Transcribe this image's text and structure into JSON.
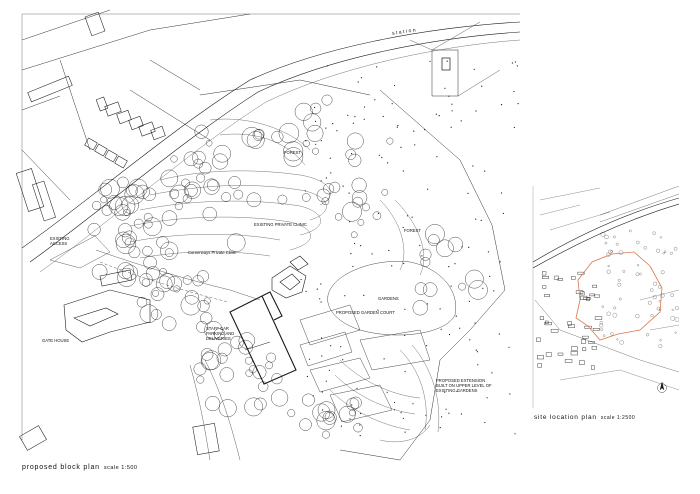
{
  "colors": {
    "ink": "#1a1a1a",
    "site_boundary": "#d9774a",
    "paper": "#ffffff"
  },
  "block_plan": {
    "title": "proposed block plan",
    "scale": "scale 1:500",
    "road_label": "station",
    "labels": {
      "forest_top": "FOREST",
      "forest_right": "FOREST",
      "existing_clinic": "EXISTING PRIVATE CLINIC",
      "clinic": "Cornerways Private Clinic",
      "existing_access": "EXISTING\nACCESS",
      "gate_house": "GATE HOUSE",
      "gardens": "GARDENS",
      "garden_court": "PROPOSED GARDEN COURT",
      "staff_parking": "STAFF CAR\nPARKING AND\nDELIVERIES",
      "extension": "PROPOSED EXTENSION\nBUILT ON UPPER LEVEL OF\nEXISTING GARDENS"
    }
  },
  "location_plan": {
    "title": "site location plan",
    "scale": "scale 1:2500"
  }
}
